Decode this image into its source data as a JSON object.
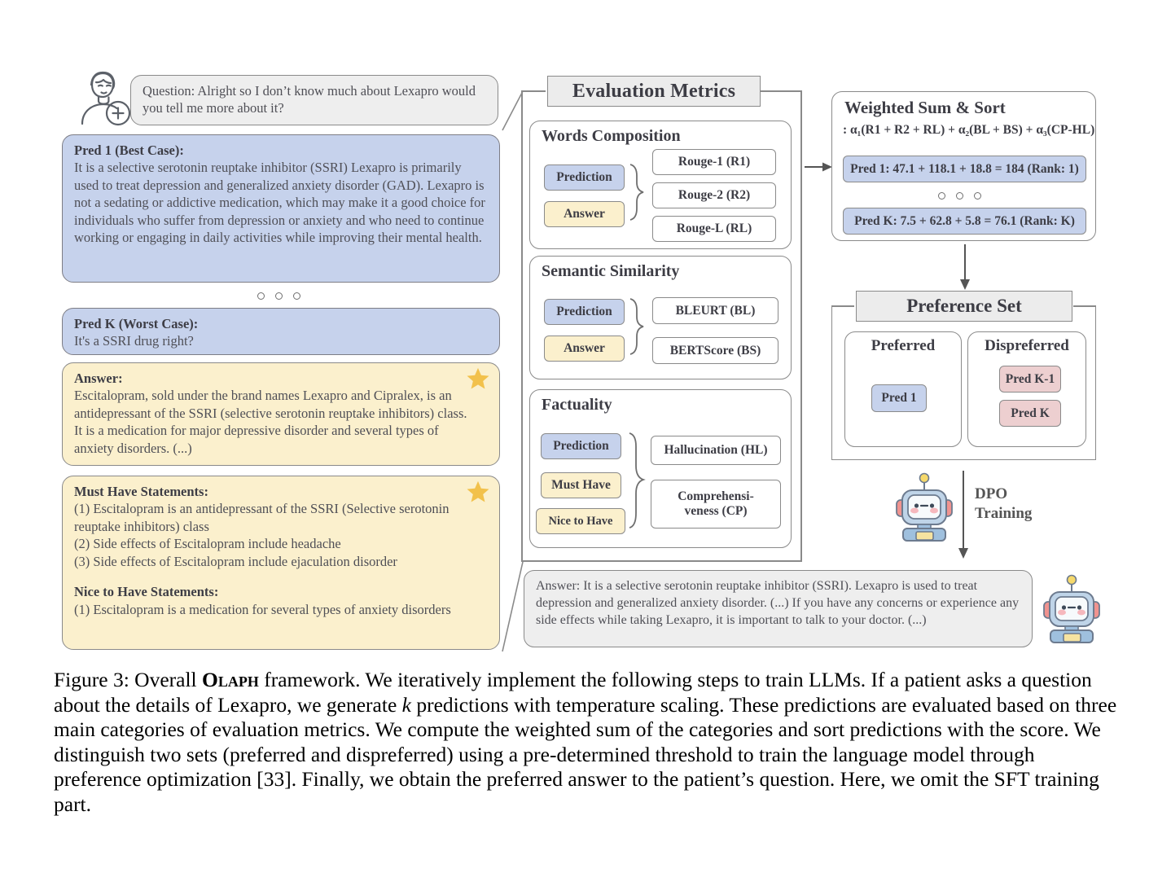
{
  "left_column": {
    "question": {
      "label": "Question:",
      "text": "Question: Alright so I don’t know much about Lexapro would you tell me more about it?"
    },
    "pred1": {
      "title": "Pred 1 (Best Case):",
      "text": "It is a selective serotonin reuptake inhibitor (SSRI) Lexapro is primarily used to treat depression and generalized anxiety disorder (GAD). Lexapro is not a sedating or addictive medication, which may make it a good choice for individuals who suffer from depression or anxiety and who need to continue working or engaging in daily activities while improving their mental health."
    },
    "predk": {
      "title": "Pred K (Worst Case):",
      "text": "It's a SSRI drug right?"
    },
    "answer": {
      "title": "Answer:",
      "text": "Escitalopram, sold under the brand names Lexapro and Cipralex, is an antidepressant of the SSRI (selective serotonin reuptake inhibitors) class. It is a medication for major depressive disorder and several types of anxiety disorders. (...)"
    },
    "statements": {
      "must_title": "Must Have Statements:",
      "must_items": [
        "(1) Escitalopram is an antidepressant of the SSRI (Selective serotonin reuptake inhibitors) class",
        "(2) Side effects of Escitalopram include headache",
        "(3) Side effects of Escitalopram include ejaculation disorder"
      ],
      "nice_title": "Nice to Have Statements:",
      "nice_items": [
        "(1) Escitalopram is a medication for several types of anxiety disorders"
      ]
    }
  },
  "evaluation_metrics": {
    "title": "Evaluation Metrics",
    "cards": [
      {
        "title": "Words Composition",
        "inputs": [
          "Prediction",
          "Answer"
        ],
        "metrics": [
          "Rouge-1 (R1)",
          "Rouge-2 (R2)",
          "Rouge-L (RL)"
        ]
      },
      {
        "title": "Semantic Similarity",
        "inputs": [
          "Prediction",
          "Answer"
        ],
        "metrics": [
          "BLEURT (BL)",
          "BERTScore (BS)"
        ]
      },
      {
        "title": "Factuality",
        "inputs": [
          "Prediction",
          "Must Have",
          "Nice to Have"
        ],
        "metrics": [
          "Hallucination (HL)",
          "Comprehensi-\nveness (CP)"
        ]
      }
    ]
  },
  "weighted_sum": {
    "title": "Weighted Sum & Sort",
    "formula": ": α₁(R1 + R2 + RL) + α₂(BL + BS) + α₃(CP-HL)",
    "rows": [
      "Pred 1: 47.1 + 118.1 + 18.8 = 184 (Rank: 1)",
      "Pred K: 7.5 + 62.8 + 5.8 = 76.1 (Rank: K)"
    ]
  },
  "preference_set": {
    "title": "Preference Set",
    "preferred": {
      "title": "Preferred",
      "items": [
        "Pred 1"
      ]
    },
    "dispreferred": {
      "title": "Dispreferred",
      "items": [
        "Pred K-1",
        "Pred K"
      ]
    }
  },
  "dpo": {
    "label": "DPO\nTraining",
    "line1": "DPO",
    "line2": "Training"
  },
  "bottom_answer": {
    "text": "Answer: It is a selective serotonin reuptake inhibitor (SSRI). Lexapro is used to treat depression and generalized anxiety disorder. (...) If you have any concerns or experience any side effects while taking Lexapro, it is important to talk to your doctor. (...)"
  },
  "caption": {
    "prefix": "Figure 3: Overall ",
    "smallcaps": "Olaph",
    "part1": " framework. We iteratively implement the following steps to train LLMs. If a patient asks a question about the details of Lexapro, we generate ",
    "italic_k": "k",
    "part2": " predictions with temperature scaling. These predictions are evaluated based on three main categories of evaluation metrics. We compute the weighted sum of the categories and sort predictions with the score. We distinguish two sets (preferred and dispreferred) using a pre-determined threshold to train the language model through preference optimization [33]. Finally, we obtain the preferred answer to the patient’s question. Here, we omit the SFT training part."
  },
  "colors": {
    "prediction_blue": "#c6d2ec",
    "answer_yellow": "#fbf0cd",
    "dispreferred_pink": "#edcfd0",
    "header_grey": "#ececec",
    "star_gold": "#f2c14b",
    "border": "#8a8a8a"
  }
}
